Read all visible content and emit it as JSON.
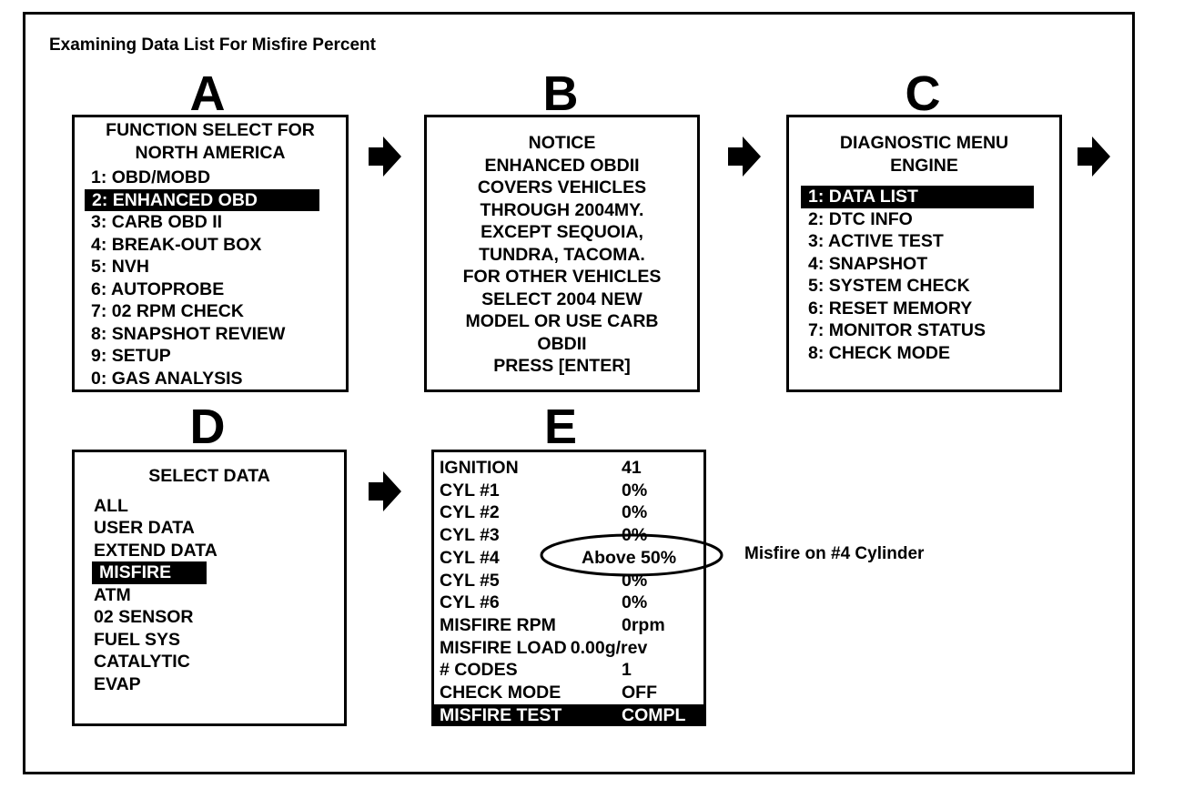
{
  "title": "Examining Data List For Misfire Percent",
  "panel_a": {
    "letter": "A",
    "header": [
      "FUNCTION SELECT FOR",
      "NORTH AMERICA"
    ],
    "items": [
      "1:  OBD/MOBD",
      "2:  ENHANCED OBD",
      "3:  CARB OBD II",
      "4:  BREAK-OUT BOX",
      "5:  NVH",
      "6:  AUTOPROBE",
      "7:  02 RPM CHECK",
      "8:  SNAPSHOT REVIEW",
      "9:  SETUP",
      "0:  GAS ANALYSIS"
    ],
    "selected_index": 1
  },
  "panel_b": {
    "letter": "B",
    "lines": [
      "NOTICE",
      "ENHANCED OBDII",
      "COVERS VEHICLES",
      "THROUGH 2004MY.",
      "EXCEPT SEQUOIA,",
      "TUNDRA, TACOMA.",
      "FOR OTHER VEHICLES",
      "SELECT 2004 NEW",
      "MODEL OR USE CARB",
      "OBDII",
      "PRESS [ENTER]"
    ]
  },
  "panel_c": {
    "letter": "C",
    "header": [
      "DIAGNOSTIC MENU",
      "ENGINE"
    ],
    "items": [
      "1:  DATA LIST",
      "2:  DTC INFO",
      "3:  ACTIVE TEST",
      "4:  SNAPSHOT",
      "5:  SYSTEM CHECK",
      "6:  RESET MEMORY",
      "7:  MONITOR STATUS",
      "8:  CHECK MODE"
    ],
    "selected_index": 0
  },
  "panel_d": {
    "letter": "D",
    "header": "SELECT DATA",
    "items": [
      "ALL",
      "USER DATA",
      "EXTEND DATA",
      "MISFIRE",
      "ATM",
      "02 SENSOR",
      "FUEL SYS",
      "CATALYTIC",
      "EVAP"
    ],
    "selected_index": 3
  },
  "panel_e": {
    "letter": "E",
    "rows": [
      {
        "label": "IGNITION",
        "value": "41"
      },
      {
        "label": "CYL #1",
        "value": "0%"
      },
      {
        "label": "CYL #2",
        "value": "0%"
      },
      {
        "label": "CYL #3",
        "value": "0%"
      },
      {
        "label": "CYL #4",
        "value": "Above 50%"
      },
      {
        "label": "CYL #5",
        "value": "0%"
      },
      {
        "label": "CYL #6",
        "value": "0%"
      },
      {
        "label": "MISFIRE RPM",
        "value": "0rpm"
      },
      {
        "label": "MISFIRE LOAD",
        "value": "0.00g/rev"
      },
      {
        "label": "# CODES",
        "value": "1"
      },
      {
        "label": "CHECK MODE",
        "value": "OFF"
      },
      {
        "label": "MISFIRE TEST",
        "value": "COMPL"
      }
    ],
    "highlight_index": 4,
    "selected_index": 11
  },
  "annotation": "Misfire on #4 Cylinder"
}
